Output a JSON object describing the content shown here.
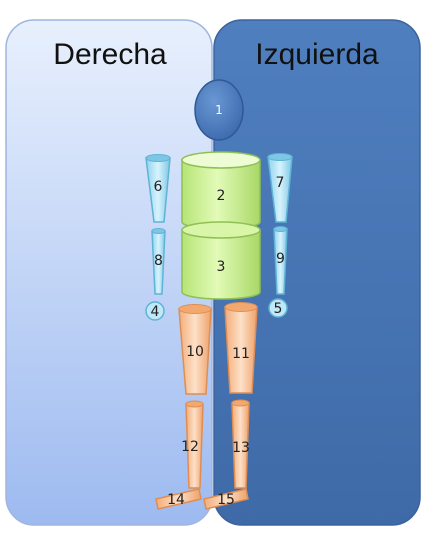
{
  "panels": {
    "right": {
      "label": "Derecha"
    },
    "left": {
      "label": "Izquierda"
    }
  },
  "segments": {
    "head": "1",
    "upper_trunk": "2",
    "lower_trunk": "3",
    "right_hand": "4",
    "left_hand": "5",
    "right_upper_arm": "6",
    "left_upper_arm": "7",
    "right_forearm": "8",
    "left_forearm": "9",
    "right_thigh": "10",
    "left_thigh": "11",
    "right_shank": "12",
    "left_shank": "13",
    "right_foot": "14",
    "left_foot": "15"
  },
  "colors": {
    "right_panel": "#dce8fb",
    "left_panel": "#4f7fbf",
    "head": "#4a7cc0",
    "trunk": "#c9f08f",
    "arm": "#a9e1f5",
    "leg": "#f7c39a"
  }
}
